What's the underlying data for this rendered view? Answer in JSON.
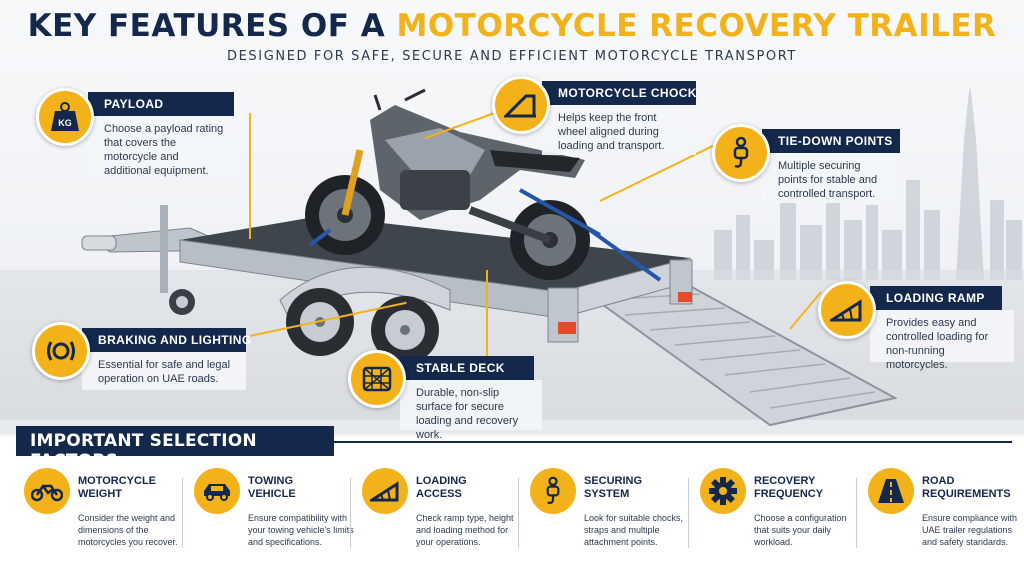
{
  "header": {
    "title_part1": "KEY FEATURES OF A ",
    "title_part2": "MOTORCYCLE RECOVERY TRAILER",
    "subtitle": "DESIGNED FOR SAFE, SECURE AND EFFICIENT MOTORCYCLE TRANSPORT"
  },
  "features": {
    "payload": {
      "title": "PAYLOAD",
      "badge_text": "KG",
      "icon": "weight-icon",
      "desc": "Choose a payload rating that covers the motorcycle and additional equipment."
    },
    "chock": {
      "title": "MOTORCYCLE CHOCK",
      "icon": "wheel-chock-icon",
      "desc": "Helps keep the front wheel aligned during loading and transport."
    },
    "tiedown": {
      "title": "TIE-DOWN POINTS",
      "icon": "hook-icon",
      "desc": "Multiple securing points for stable and controlled transport."
    },
    "ramp": {
      "title": "LOADING RAMP",
      "icon": "ramp-icon",
      "desc": "Provides easy and controlled loading for non-running motorcycles."
    },
    "braking": {
      "title": "BRAKING AND LIGHTING",
      "icon": "brake-light-icon",
      "desc": "Essential for safe and legal operation on UAE roads."
    },
    "deck": {
      "title": "STABLE DECK",
      "icon": "deck-mesh-icon",
      "desc": "Durable, non-slip surface for secure loading and recovery work."
    }
  },
  "selection": {
    "title": "IMPORTANT SELECTION FACTORS",
    "factors": [
      {
        "title_l1": "MOTORCYCLE",
        "title_l2": "WEIGHT",
        "icon": "motorcycle-icon",
        "desc": "Consider the weight and dimensions of the motorcycles you recover."
      },
      {
        "title_l1": "TOWING",
        "title_l2": "VEHICLE",
        "icon": "car-icon",
        "desc": "Ensure compatibility with your towing vehicle's limits and specifications."
      },
      {
        "title_l1": "LOADING",
        "title_l2": "ACCESS",
        "icon": "ramp-icon",
        "desc": "Check ramp type, height and loading method for your operations."
      },
      {
        "title_l1": "SECURING",
        "title_l2": "SYSTEM",
        "icon": "hook-icon",
        "desc": "Look for suitable chocks, straps and multiple attachment points."
      },
      {
        "title_l1": "RECOVERY",
        "title_l2": "FREQUENCY",
        "icon": "gear-icon",
        "desc": "Choose a configuration that suits your daily workload."
      },
      {
        "title_l1": "ROAD",
        "title_l2": "REQUIREMENTS",
        "icon": "road-icon",
        "desc": "Ensure compliance with UAE trailer regulations and safety standards."
      }
    ]
  },
  "colors": {
    "navy": "#13284a",
    "gold": "#f4b21a",
    "text": "#2c3a4f"
  }
}
